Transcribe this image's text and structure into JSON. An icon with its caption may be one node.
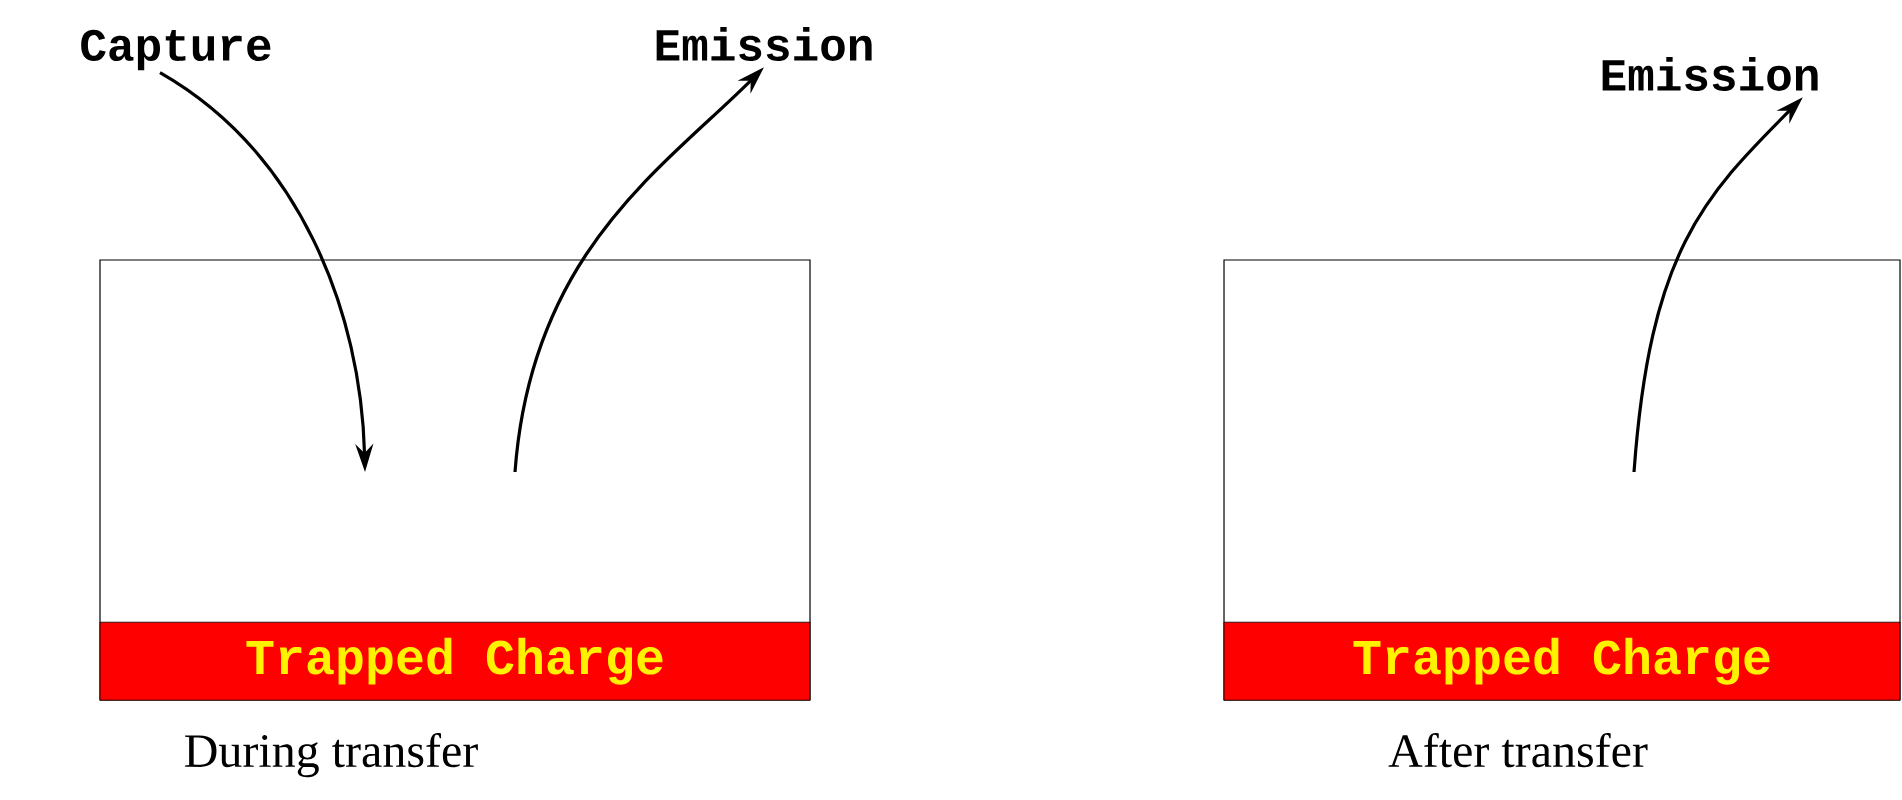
{
  "diagram": {
    "nodes": [
      {
        "text": [],
        "shape": "box",
        "beside": [
          "During transfer"
        ]
      },
      {
        "text": [
          "Trapped Charge"
        ],
        "in": 0
      },
      {
        "text": [],
        "shape": "box",
        "beside": [
          "After transfer"
        ]
      },
      {
        "text": [
          "Trapped Charge"
        ],
        "in": 2
      },
      {
        "text": [
          "Capture"
        ]
      },
      {
        "text": [
          "Emission"
        ]
      },
      {
        "text": [
          "Emission"
        ]
      }
    ],
    "edges": [
      {
        "from": 4,
        "to": null,
        "arrow": "to"
      },
      {
        "from": null,
        "to": 5,
        "arrow": "to"
      },
      {
        "from": null,
        "to": 6,
        "arrow": "to"
      }
    ]
  }
}
